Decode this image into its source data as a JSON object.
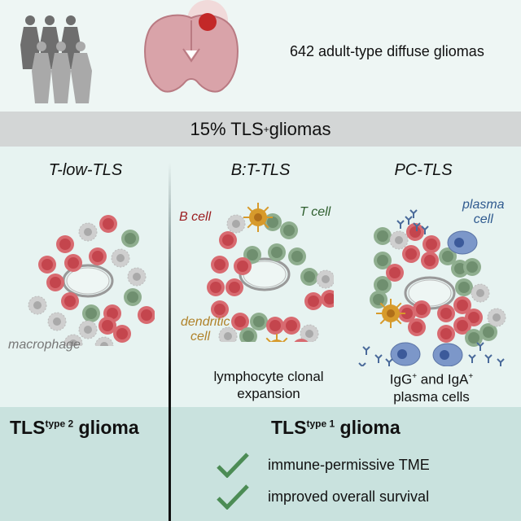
{
  "header": {
    "cohort_text": "642 adult-type diffuse gliomas",
    "people_icon": "people-group-icon",
    "brain_icon": "brain-tumor-icon"
  },
  "banner": {
    "prefix": "15% TLS",
    "superscript": "+",
    "suffix": " gliomas"
  },
  "panels": [
    {
      "title": "T-low-TLS",
      "label": "macrophage"
    },
    {
      "title": "B:T-TLS",
      "labels": {
        "b_cell": "B cell",
        "t_cell": "T cell",
        "dendritic_1": "dendritic",
        "dendritic_2": "cell"
      },
      "caption_1": "lymphocyte clonal",
      "caption_2": "expansion"
    },
    {
      "title": "PC-TLS",
      "labels": {
        "plasma_1": "plasma",
        "plasma_2": "cell"
      },
      "caption_1_a": "IgG",
      "caption_1_b": " and IgA",
      "caption_sup": "+",
      "caption_2": "plasma cells"
    }
  ],
  "outcomes": {
    "left": {
      "prefix": "TLS",
      "sup": "type 2",
      "suffix": " glioma"
    },
    "right": {
      "prefix": "TLS",
      "sup": "type 1",
      "suffix": " glioma",
      "items": [
        "immune-permissive TME",
        "improved overall survival"
      ]
    }
  },
  "colors": {
    "b_cell": "#d86a70",
    "t_cell": "#8fae8f",
    "macrophage": "#cfcfcf",
    "dendritic": "#d79a2b",
    "plasma": "#7c97c9",
    "check": "#4c8c55",
    "b_label": "#9b1c1f",
    "t_label": "#2f5f2f",
    "dc_label": "#b0822a",
    "pc_label": "#2f5a8f"
  }
}
